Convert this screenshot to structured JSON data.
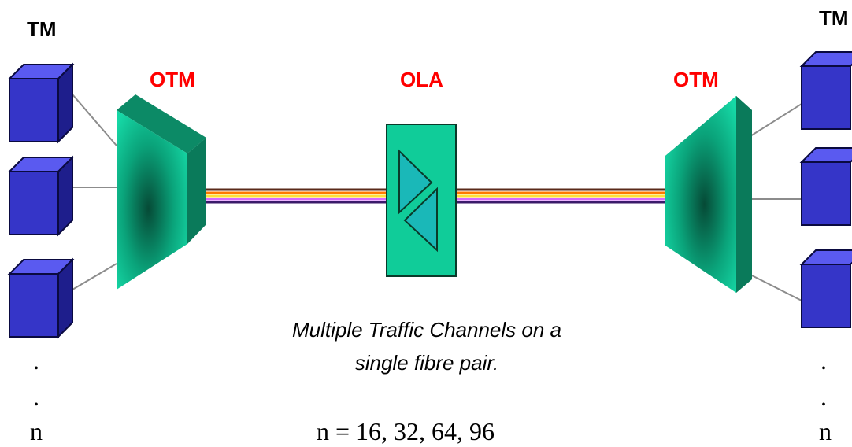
{
  "labels": {
    "tm_left": "TM",
    "tm_right": "TM",
    "otm_left": "OTM",
    "ola": "OLA",
    "otm_right": "OTM"
  },
  "caption": {
    "line1": "Multiple Traffic Channels on a",
    "line2": "single fibre pair."
  },
  "footer": {
    "n_left": "n",
    "n_right": "n",
    "equation": "n  = 16, 32, 64, 96",
    "dot": "."
  },
  "colors": {
    "box_face": "#3535c8",
    "box_top": "#5a5af0",
    "box_side": "#1e1e8c",
    "mux": "#0ec99a",
    "mux_dark": "#0a7a5a",
    "ola_fill": "#10cc99",
    "fibre": [
      "#5a2a1a",
      "#ff7a00",
      "#ffe23a",
      "#d86aff",
      "#3a1a6a"
    ],
    "label_red": "#ff0000"
  },
  "icons": {
    "terminal": "cube-icon",
    "otm": "multiplexer-icon",
    "ola": "amplifier-icon"
  }
}
